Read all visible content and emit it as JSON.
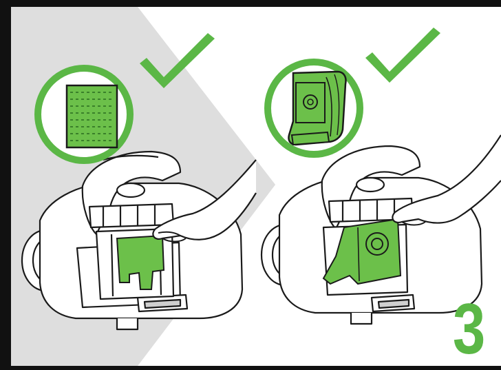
{
  "step": {
    "number": "3"
  },
  "colors": {
    "accent_green": "#5bb746",
    "filter_green": "#6cc04a",
    "chevron_gray": "#d9d9d9",
    "outline": "#1a1a1a",
    "border": "#111111"
  },
  "panels": [
    {
      "id": "left",
      "item_icon": "dust-filter-icon",
      "status_icon": "checkmark-icon"
    },
    {
      "id": "right",
      "item_icon": "dust-bag-icon",
      "status_icon": "checkmark-icon"
    }
  ]
}
